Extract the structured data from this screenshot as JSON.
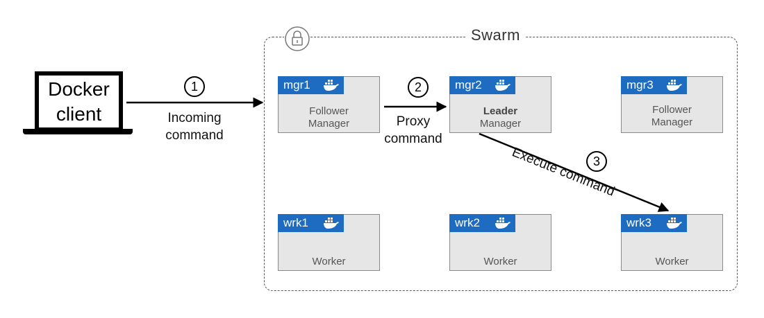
{
  "swarm": {
    "title": "Swarm",
    "lock_icon": "lock-icon"
  },
  "client": {
    "line1": "Docker",
    "line2": "client",
    "icon": "laptop-icon"
  },
  "steps": [
    {
      "number": "1",
      "label_line1": "Incoming",
      "label_line2": "command"
    },
    {
      "number": "2",
      "label_line1": "Proxy",
      "label_line2": "command"
    },
    {
      "number": "3",
      "label": "Execute command"
    }
  ],
  "nodes": {
    "mgr1": {
      "name": "mgr1",
      "role_line1": "Follower",
      "role_line2": "Manager"
    },
    "mgr2": {
      "name": "mgr2",
      "role_line1": "Leader",
      "role_line2": "Manager"
    },
    "mgr3": {
      "name": "mgr3",
      "role_line1": "Follower",
      "role_line2": "Manager"
    },
    "wrk1": {
      "name": "wrk1",
      "role": "Worker"
    },
    "wrk2": {
      "name": "wrk2",
      "role": "Worker"
    },
    "wrk3": {
      "name": "wrk3",
      "role": "Worker"
    }
  },
  "colors": {
    "node_tag": "#1e6bc2",
    "node_fill": "#e6e6e6",
    "arrow": "#000000"
  },
  "node_icon": "docker-whale-icon"
}
